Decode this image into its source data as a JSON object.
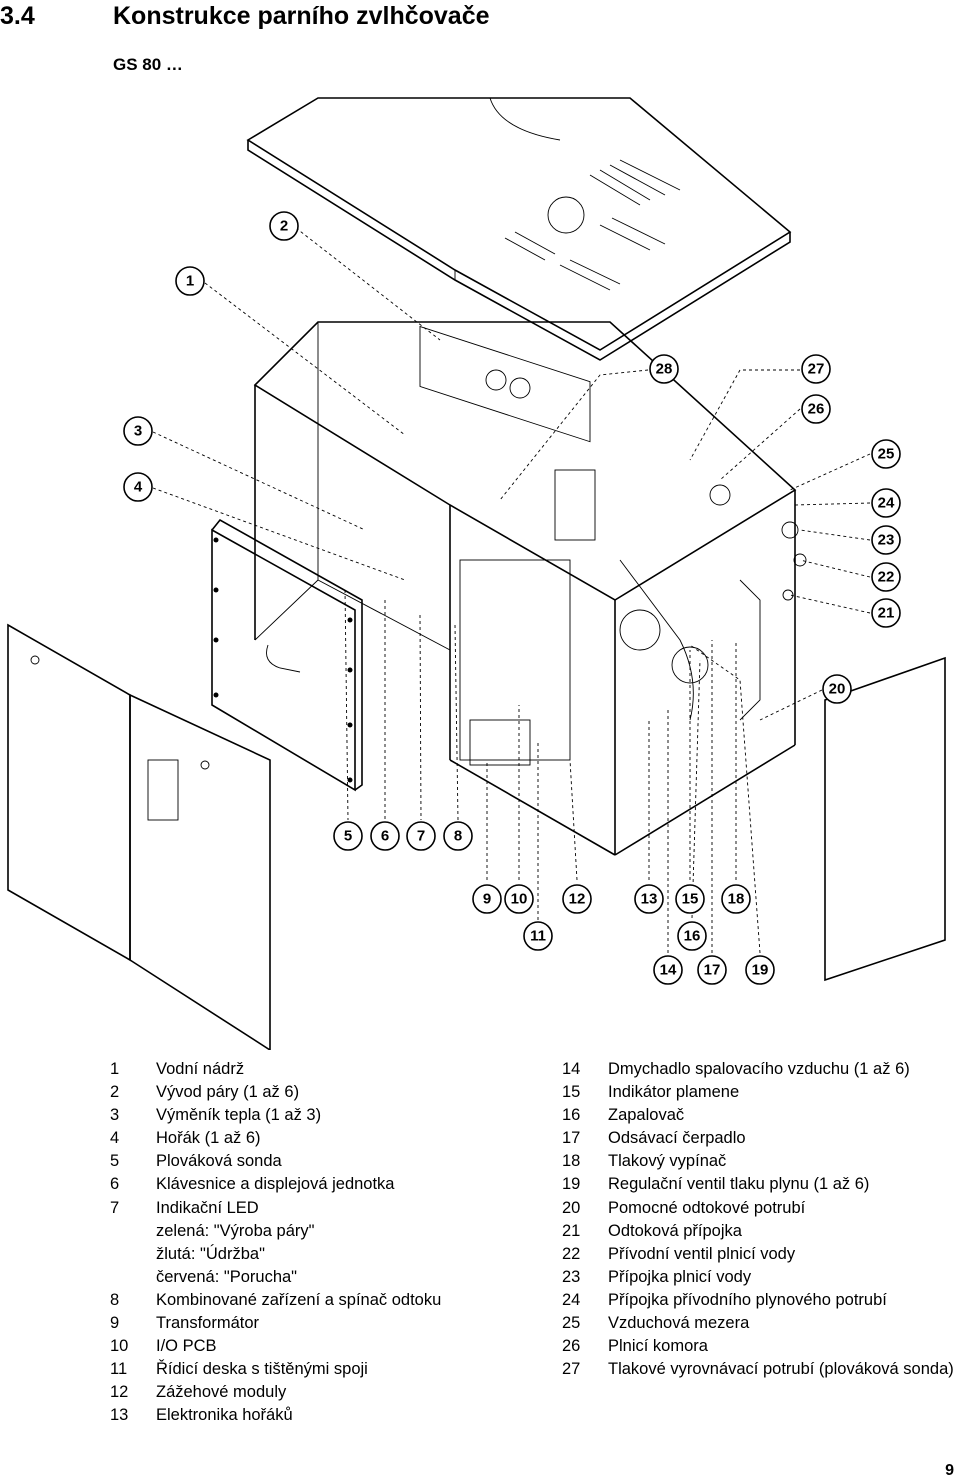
{
  "header": {
    "section_number": "3.4",
    "section_title": "Konstrukce parního zvlhčovače",
    "subtitle": "GS 80 …"
  },
  "drawing": {
    "callouts": [
      "1",
      "2",
      "3",
      "4",
      "5",
      "6",
      "7",
      "8",
      "9",
      "10",
      "11",
      "12",
      "13",
      "14",
      "15",
      "16",
      "17",
      "18",
      "19",
      "20",
      "21",
      "22",
      "23",
      "24",
      "25",
      "26",
      "27",
      "28"
    ]
  },
  "legend_left": [
    {
      "num": "1",
      "text": "Vodní nádrž"
    },
    {
      "num": "2",
      "text": "Vývod páry (1 až 6)"
    },
    {
      "num": "3",
      "text": "Výměník tepla (1 až 3)"
    },
    {
      "num": "4",
      "text": "Hořák (1 až 6)"
    },
    {
      "num": "5",
      "text": "Plováková sonda"
    },
    {
      "num": "6",
      "text": "Klávesnice a displejová jednotka"
    },
    {
      "num": "7",
      "text": "Indikační LED"
    },
    {
      "num": "",
      "text": "zelená: \"Výroba páry\""
    },
    {
      "num": "",
      "text": "žlutá: \"Údržba\""
    },
    {
      "num": "",
      "text": "červená: \"Porucha\""
    },
    {
      "num": "8",
      "text": "Kombinované zařízení a spínač odtoku"
    },
    {
      "num": "9",
      "text": "Transformátor"
    },
    {
      "num": "10",
      "text": "I/O PCB"
    },
    {
      "num": "11",
      "text": "Řídicí deska s tištěnými spoji"
    },
    {
      "num": "12",
      "text": "Zážehové moduly"
    },
    {
      "num": "13",
      "text": "Elektronika hořáků"
    }
  ],
  "legend_right": [
    {
      "num": "14",
      "text": "Dmychadlo spalovacího vzduchu (1 až 6)"
    },
    {
      "num": "15",
      "text": "Indikátor plamene"
    },
    {
      "num": "16",
      "text": "Zapalovač"
    },
    {
      "num": "17",
      "text": "Odsávací čerpadlo"
    },
    {
      "num": "18",
      "text": "Tlakový vypínač"
    },
    {
      "num": "19",
      "text": "Regulační ventil tlaku plynu (1 až 6)"
    },
    {
      "num": "20",
      "text": "Pomocné odtokové potrubí"
    },
    {
      "num": "21",
      "text": "Odtoková přípojka"
    },
    {
      "num": "22",
      "text": "Přívodní ventil plnicí vody"
    },
    {
      "num": "23",
      "text": "Přípojka plnicí vody"
    },
    {
      "num": "24",
      "text": "Přípojka přívodního plynového potrubí"
    },
    {
      "num": "25",
      "text": "Vzduchová mezera"
    },
    {
      "num": "26",
      "text": "Plnicí komora"
    },
    {
      "num": "27",
      "text": "Tlakové vyrovnávací potrubí (plováková sonda)"
    }
  ],
  "footer": {
    "page_number": "9"
  }
}
